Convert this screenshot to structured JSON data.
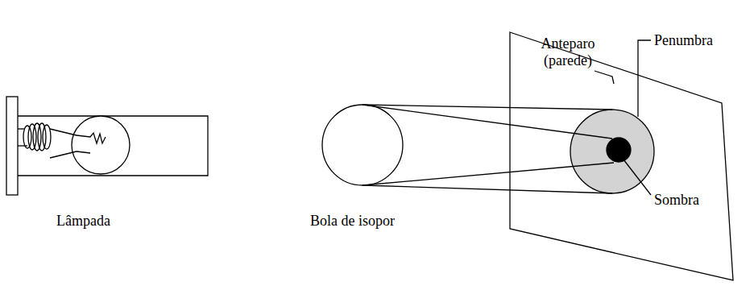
{
  "diagram": {
    "labels": [
      "Lâmpada",
      "Bola de isopor",
      "Anteparo (parede)",
      "Penumbra",
      "Sombra"
    ]
  }
}
